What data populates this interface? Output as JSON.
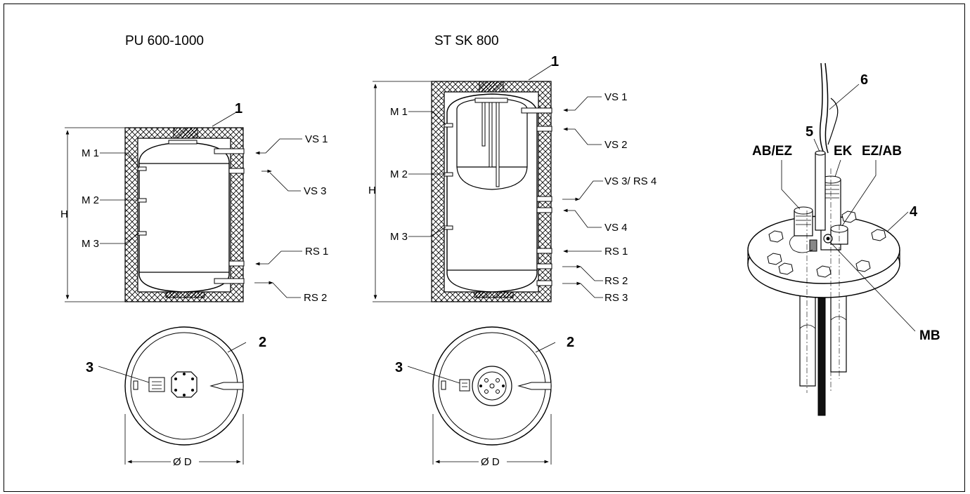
{
  "titles": {
    "left": "PU 600-1000",
    "middle": "ST SK 800"
  },
  "left_tank": {
    "height_label": "H",
    "sensors": [
      "M 1",
      "M 2",
      "M 3"
    ],
    "ports": [
      "VS 1",
      "VS 3",
      "RS 1",
      "RS 2"
    ],
    "callout": "1"
  },
  "middle_tank": {
    "height_label": "H",
    "sensors": [
      "M 1",
      "M 2",
      "M 3"
    ],
    "ports": [
      "VS 1",
      "VS 2",
      "VS 3/ RS 4",
      "VS 4",
      "RS 1",
      "RS 2",
      "RS 3"
    ],
    "callout": "1"
  },
  "left_top_view": {
    "callout_lid": "2",
    "callout_plate": "3",
    "diameter_label": "Ø D"
  },
  "middle_top_view": {
    "callout_lid": "2",
    "callout_plate": "3",
    "diameter_label": "Ø D"
  },
  "flange_detail": {
    "labels": [
      "AB/EZ",
      "EK",
      "EZ/AB",
      "MB"
    ],
    "callouts": [
      "4",
      "5",
      "6"
    ]
  }
}
